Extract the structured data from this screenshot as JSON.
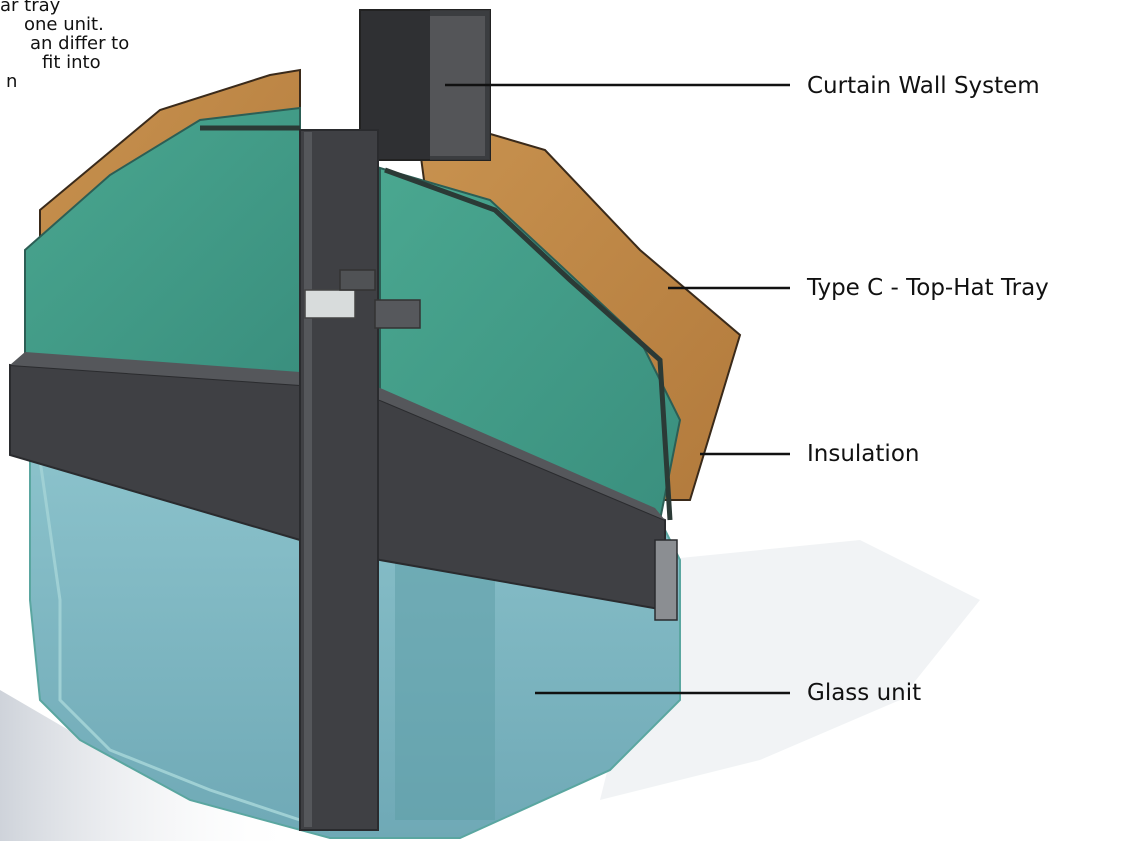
{
  "note": {
    "lines": [
      "ar tray",
      "one unit.",
      "an differ to",
      "fit into",
      "n"
    ]
  },
  "callouts": {
    "curtain_wall": "Curtain Wall System",
    "top_hat_tray": "Type C - Top-Hat Tray",
    "insulation": "Insulation",
    "glass_unit": "Glass unit"
  },
  "colors": {
    "frame": "#3f4044",
    "frame_light": "#55575b",
    "insulation": "#c08a4c",
    "insulation_dark": "#a47238",
    "glass_upper": "#3f9b86",
    "glass_lower": "#7fb6c2",
    "glass_edge": "#5aa6a0",
    "shadow": "#d9dde3"
  }
}
